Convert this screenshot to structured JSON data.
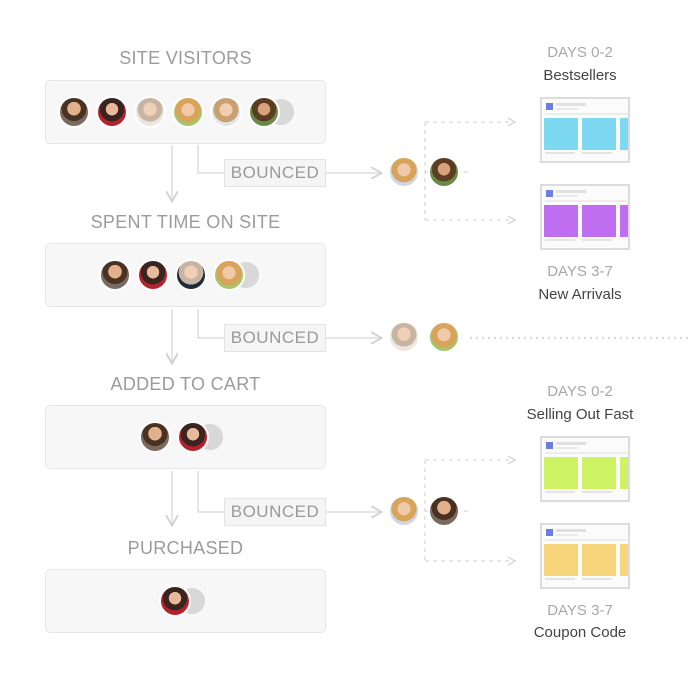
{
  "stages": [
    {
      "title": "SITE VISITORS",
      "avatars": [
        "man-beard-1",
        "woman-dark-hair",
        "woman-grey",
        "woman-blonde",
        "woman-light",
        "man-beard-2"
      ]
    },
    {
      "title": "SPENT TIME ON SITE",
      "avatars": [
        "man-beard-1",
        "woman-dark-hair",
        "woman-grey",
        "woman-blonde"
      ]
    },
    {
      "title": "ADDED TO CART",
      "avatars": [
        "man-beard-1",
        "woman-dark-hair"
      ]
    },
    {
      "title": "PURCHASED",
      "avatars": [
        "woman-dark-hair"
      ]
    }
  ],
  "bounced": [
    {
      "label": "BOUNCED",
      "avatars": [
        "woman-blonde",
        "man-beard-2"
      ]
    },
    {
      "label": "BOUNCED",
      "avatars": [
        "woman-grey",
        "woman-blonde"
      ]
    },
    {
      "label": "BOUNCED",
      "avatars": [
        "woman-blonde",
        "man-beard-1"
      ]
    }
  ],
  "campaigns": [
    {
      "days": "DAYS 0-2",
      "name": "Bestsellers",
      "color": "#7dd8f2"
    },
    {
      "days": "DAYS 3-7",
      "name": "New Arrivals",
      "color": "#c06ef0"
    },
    {
      "days": "DAYS 0-2",
      "name": "Selling Out Fast",
      "color": "#cdf264"
    },
    {
      "days": "DAYS 3-7",
      "name": "Coupon Code",
      "color": "#f6d47a"
    }
  ]
}
